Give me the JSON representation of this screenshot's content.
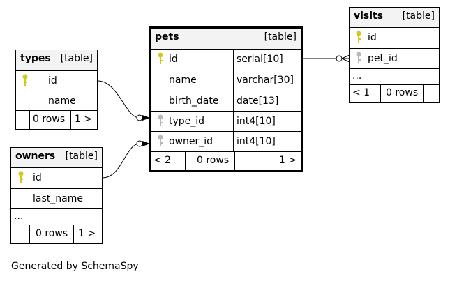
{
  "colors": {
    "primary_key": "#d6c81a",
    "foreign_key": "#b8b8b8",
    "header_bg": "#f3f3f3"
  },
  "types": {
    "name": "types",
    "kind": "[table]",
    "columns": [
      "id",
      "name"
    ],
    "footer": {
      "rows": "0 rows",
      "next": "1 >"
    }
  },
  "pets": {
    "name": "pets",
    "kind": "[table]",
    "columns": [
      {
        "name": "id",
        "type": "serial[10]"
      },
      {
        "name": "name",
        "type": "varchar[30]"
      },
      {
        "name": "birth_date",
        "type": "date[13]"
      },
      {
        "name": "type_id",
        "type": "int4[10]"
      },
      {
        "name": "owner_id",
        "type": "int4[10]"
      }
    ],
    "footer": {
      "prev": "< 2",
      "rows": "0 rows",
      "next": "1 >"
    }
  },
  "visits": {
    "name": "visits",
    "kind": "[table]",
    "columns": [
      "id",
      "pet_id"
    ],
    "more": "...",
    "footer": {
      "prev": "< 1",
      "rows": "0 rows"
    }
  },
  "owners": {
    "name": "owners",
    "kind": "[table]",
    "columns": [
      "id",
      "last_name"
    ],
    "more": "...",
    "footer": {
      "rows": "0 rows",
      "next": "1 >"
    }
  },
  "footer_text": "Generated by SchemaSpy"
}
